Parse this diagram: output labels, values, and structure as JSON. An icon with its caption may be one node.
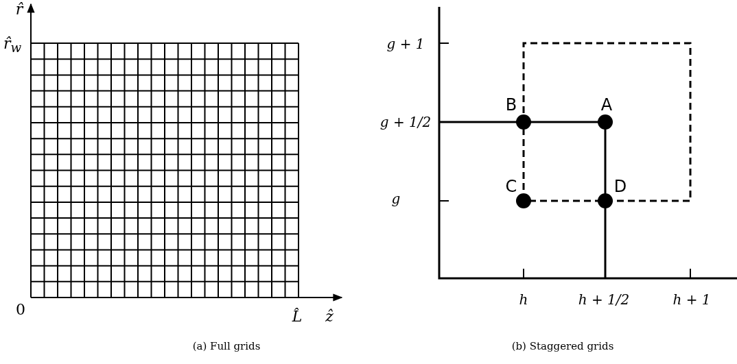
{
  "diagram": {
    "labels": [
      "r̂",
      "r̂$_{w}$",
      "0",
      "L̂",
      "ẑ",
      "(a) Full grids",
      "g + 1",
      "g + 1/2",
      "g",
      "h",
      "h + 1/2",
      "h + 1",
      "B",
      "A",
      "C",
      "D",
      "(b) Staggered grids"
    ]
  }
}
